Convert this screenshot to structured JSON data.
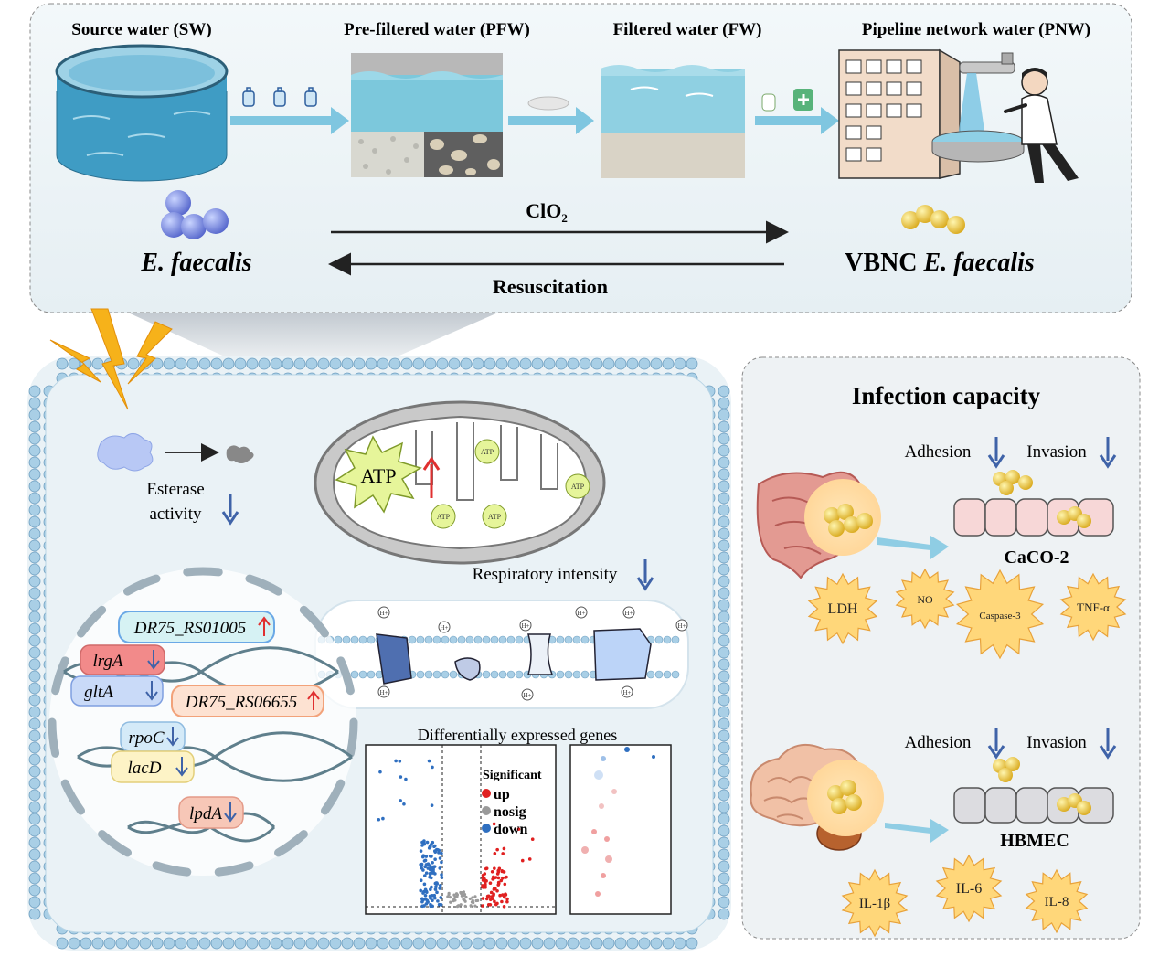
{
  "top_panel": {
    "stages": [
      {
        "label": "Source water (SW)"
      },
      {
        "label": "Pre-filtered water (PFW)"
      },
      {
        "label": "Filtered water (FW)"
      },
      {
        "label": "Pipeline network water (PNW)"
      }
    ],
    "organism_left": "E. faecalis",
    "organism_right_prefix": "VBNC ",
    "organism_right_italic": "E. faecalis",
    "forward_label_main": "ClO",
    "forward_label_sub": "2",
    "reverse_label": "Resuscitation"
  },
  "cell_panel": {
    "esterase_line1": "Esterase",
    "esterase_line2": "activity",
    "atp_big": "ATP",
    "atp_small": "ATP",
    "respiratory_label": "Respiratory intensity",
    "proton": "H",
    "proton_sup": "+",
    "genes": [
      {
        "name": "DR75_RS01005",
        "dir": "up"
      },
      {
        "name": "lrgA",
        "dir": "down"
      },
      {
        "name": "gltA",
        "dir": "down"
      },
      {
        "name": "DR75_RS06655",
        "dir": "up"
      },
      {
        "name": "rpoC",
        "dir": "down"
      },
      {
        "name": "lacD",
        "dir": "down"
      },
      {
        "name": "lpdA",
        "dir": "down"
      }
    ],
    "volcano": {
      "title": "Differentially expressed genes",
      "legend_title": "Significant",
      "legend_items": [
        {
          "label": "up",
          "color": "#e02020"
        },
        {
          "label": "nosig",
          "color": "#9a9a9a"
        },
        {
          "label": "down",
          "color": "#2f6fc0"
        }
      ]
    }
  },
  "infection_panel": {
    "title": "Infection capacity",
    "adhesion": "Adhesion",
    "invasion": "Invasion",
    "cell_line_1": "CaCO-2",
    "cell_line_2": "HBMEC",
    "markers_1": [
      "LDH",
      "NO",
      "Caspase-3",
      "TNF-α"
    ],
    "markers_2": [
      "IL-1β",
      "IL-6",
      "IL-8"
    ]
  },
  "colors": {
    "arrow_blue": "#7fc6e0",
    "down_arrow": "#3f63a8",
    "up_arrow": "#e03030",
    "panel_bg": "#eef4f7",
    "membrane_head": "#a9cfe6",
    "bacteria_blue": "#7b8fe0",
    "bacteria_yellow": "#e8c84a"
  }
}
